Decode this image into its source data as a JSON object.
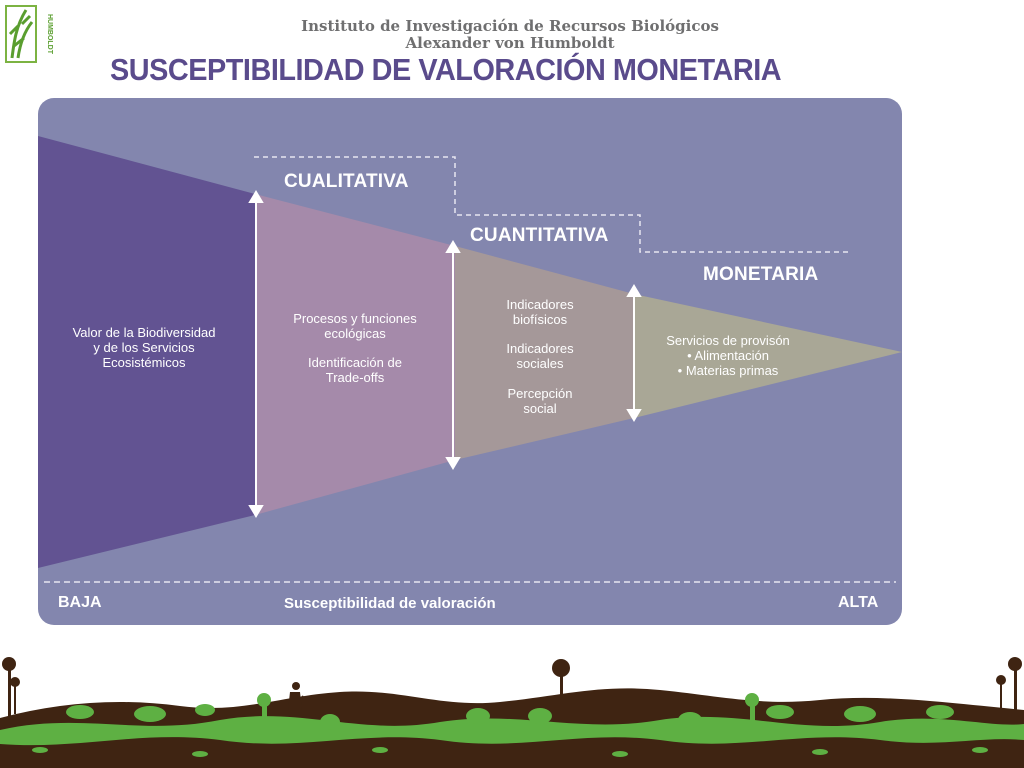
{
  "header": {
    "logo_text": "HUMBOLDT",
    "institute_line1": "Instituto de Investigación de Recursos Biológicos",
    "institute_line2": "Alexander von Humboldt",
    "title": "SUSCEPTIBILIDAD DE VALORACIÓN MONETARIA"
  },
  "diagram": {
    "stages": [
      "CUALITATIVA",
      "CUANTITATIVA",
      "MONETARIA"
    ],
    "left_block": [
      "Valor de la Biodiversidad",
      "y de los Servicios",
      "Ecosistémicos"
    ],
    "qualitative": {
      "item1": [
        "Procesos y funciones",
        "ecológicas"
      ],
      "item2": [
        "Identificación de",
        "Trade-offs"
      ]
    },
    "quantitative": {
      "item1": [
        "Indicadores",
        "biofísicos"
      ],
      "item2": [
        "Indicadores",
        "sociales"
      ],
      "item3": [
        "Percepción",
        "social"
      ]
    },
    "monetary": [
      "Servicios de provisón",
      "• Alimentación",
      "• Materias primas"
    ],
    "axis": {
      "low": "BAJA",
      "label": "Susceptibilidad de valoración",
      "high": "ALTA"
    }
  },
  "colors": {
    "panel": "#8386ae",
    "left_block": "#625392",
    "qualitative": "#a58aaa",
    "quantitative": "#a59899",
    "monetary": "#a9a796",
    "title": "#5a4b8c",
    "soil": "#3f2412",
    "grass": "#5eb043"
  }
}
